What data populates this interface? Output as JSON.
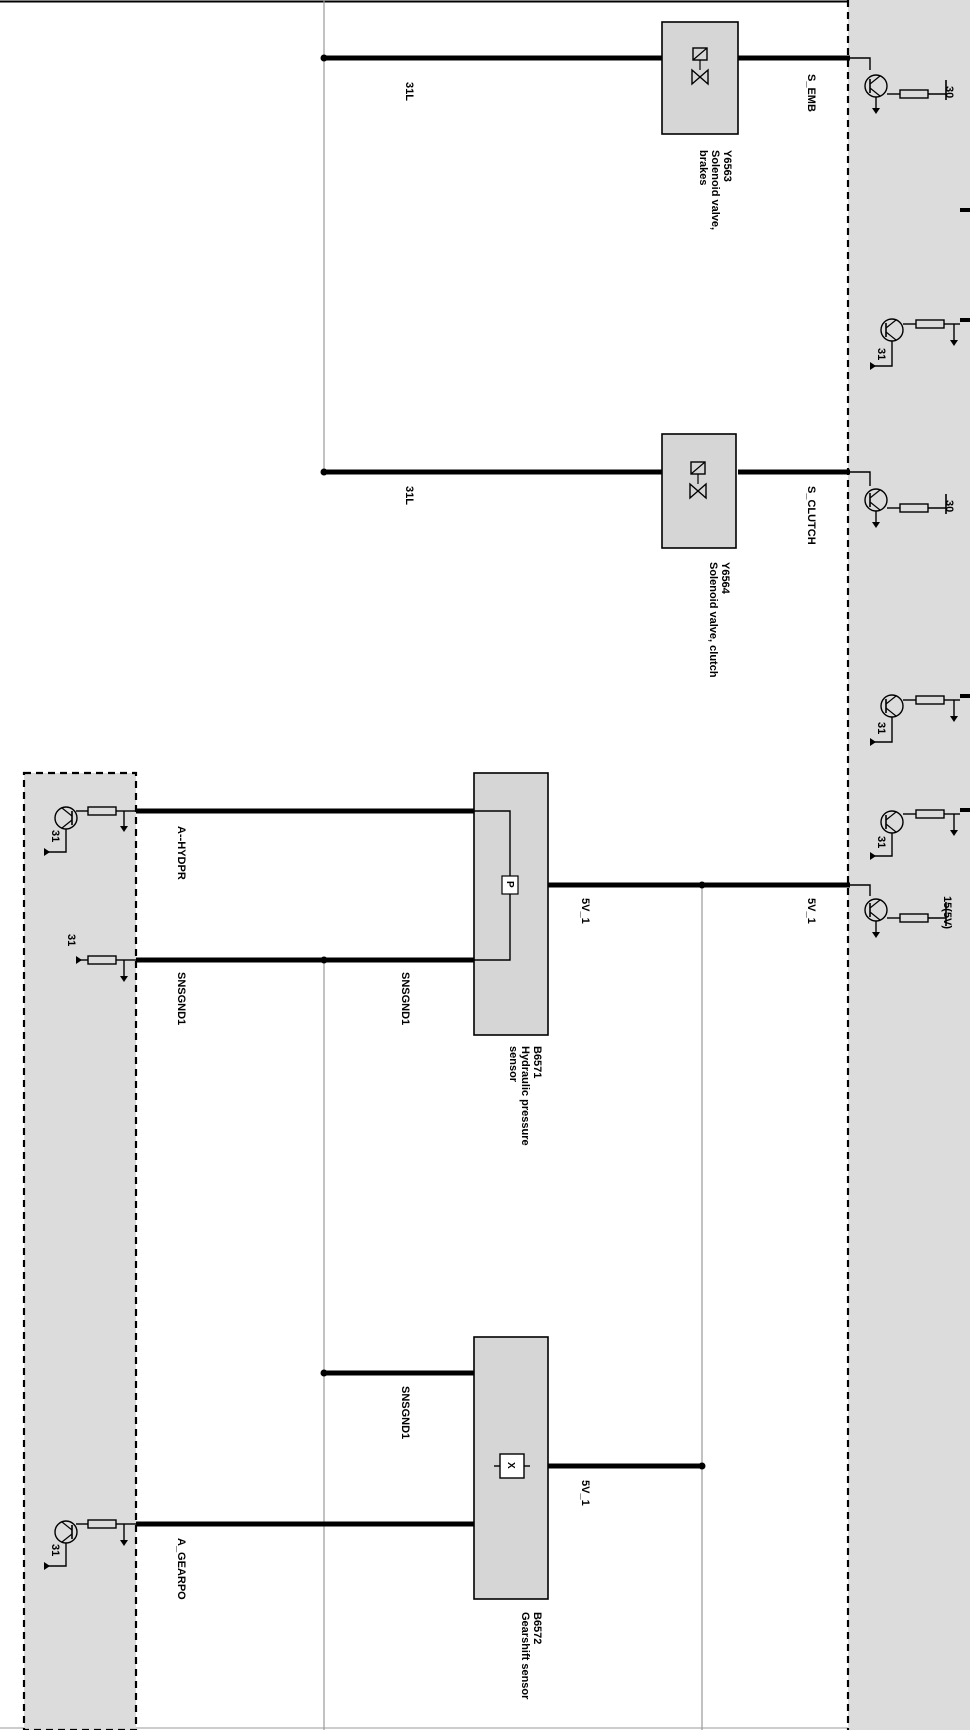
{
  "components": {
    "y6563": {
      "id": "Y6563",
      "desc_1": "Solenoid valve,",
      "desc_2": "brakes"
    },
    "y6564": {
      "id": "Y6564",
      "desc_1": "Solenoid valve, clutch"
    },
    "b6571": {
      "id": "B6571",
      "desc_1": "Hydraulic pressure",
      "desc_2": "sensor"
    },
    "b6572": {
      "id": "B6572",
      "desc_1": "Gearshift sensor"
    }
  },
  "wires": {
    "ground_1": "31L",
    "ground_2": "31L",
    "s_emb": "S_EMB",
    "s_clutch": "S_CLUTCH",
    "sv1_ecu": "5V_1",
    "sv1_b6571": "5V_1",
    "sv1_b6572": "5V_1",
    "a_hydpr": "A--HYDPR",
    "snsgnd_left": "SNSGND1",
    "snsgnd_mid": "SNSGND1",
    "snsgnd_b6572": "SNSGND1",
    "a_gearpo": "A_GEARPO"
  },
  "pins": {
    "p30_a": "30",
    "p31_a": "31",
    "p30_b": "30",
    "p31_b": "31",
    "p31_c": "31",
    "p15": "15(5V)",
    "p31_left_1": "31",
    "p31_left_2": "31",
    "p31_left_3": "31"
  },
  "sensor_symbols": {
    "b6571": "P",
    "b6572": "X"
  },
  "icons": {
    "valve": "solenoid-valve-icon",
    "transistor": "transistor-icon",
    "resistor": "resistor-icon"
  },
  "colors": {
    "ecu_fill": "#dcdcdc",
    "component_fill": "#d6d6d6",
    "wire": "#000000",
    "ground_line": "#9a9a9a"
  }
}
